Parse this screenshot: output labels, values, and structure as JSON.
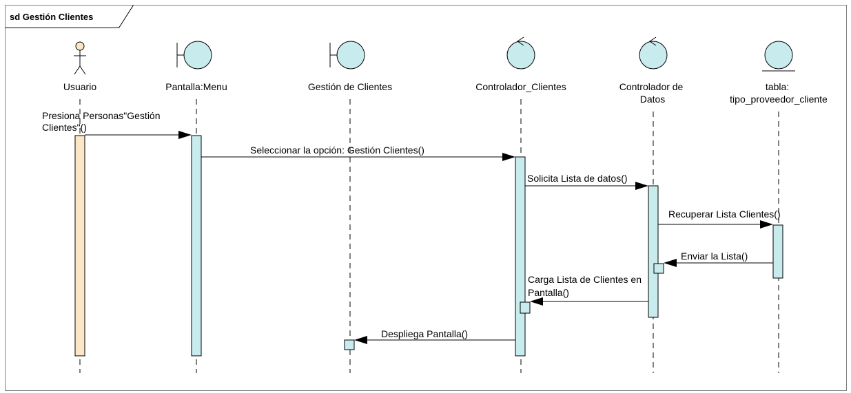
{
  "frame": {
    "title": "sd Gestión Clientes"
  },
  "lifelines": [
    {
      "id": "usuario",
      "kind": "actor",
      "label_lines": [
        "Usuario"
      ]
    },
    {
      "id": "menu",
      "kind": "boundary",
      "label_lines": [
        "Pantalla:Menu"
      ]
    },
    {
      "id": "gestion",
      "kind": "boundary",
      "label_lines": [
        "Gestión de Clientes"
      ]
    },
    {
      "id": "controlador",
      "kind": "control",
      "label_lines": [
        "Controlador_Clientes"
      ]
    },
    {
      "id": "datos",
      "kind": "control",
      "label_lines": [
        "Controlador de",
        "Datos"
      ]
    },
    {
      "id": "tabla",
      "kind": "entity",
      "label_lines": [
        "tabla:",
        "tipo_proveedor_cliente"
      ]
    }
  ],
  "messages": [
    {
      "id": "m1",
      "from": "usuario",
      "to": "menu",
      "label_lines": [
        "Presiona Personas\"Gestión",
        "Clientes\"()"
      ]
    },
    {
      "id": "m2",
      "from": "menu",
      "to": "controlador",
      "label_lines": [
        "Seleccionar la opción:  Gestión Clientes()"
      ]
    },
    {
      "id": "m3",
      "from": "controlador",
      "to": "datos",
      "label_lines": [
        "Solicita Lista de datos()"
      ]
    },
    {
      "id": "m4",
      "from": "datos",
      "to": "tabla",
      "label_lines": [
        "Recuperar Lista Clientes()"
      ]
    },
    {
      "id": "m5",
      "from": "tabla",
      "to": "datos",
      "label_lines": [
        "Enviar la Lista()"
      ]
    },
    {
      "id": "m6",
      "from": "datos",
      "to": "controlador",
      "label_lines": [
        "Carga Lista de Clientes en",
        "Pantalla()"
      ]
    },
    {
      "id": "m7",
      "from": "controlador",
      "to": "gestion",
      "label_lines": [
        "Despliega Pantalla()"
      ]
    }
  ],
  "colors": {
    "object_fill": "#c8ecee",
    "actor_activation_fill": "#fbe6c6",
    "actor_head_fill": "#fbe6c6",
    "line": "#000000",
    "frame_border": "#7f7f7f"
  }
}
